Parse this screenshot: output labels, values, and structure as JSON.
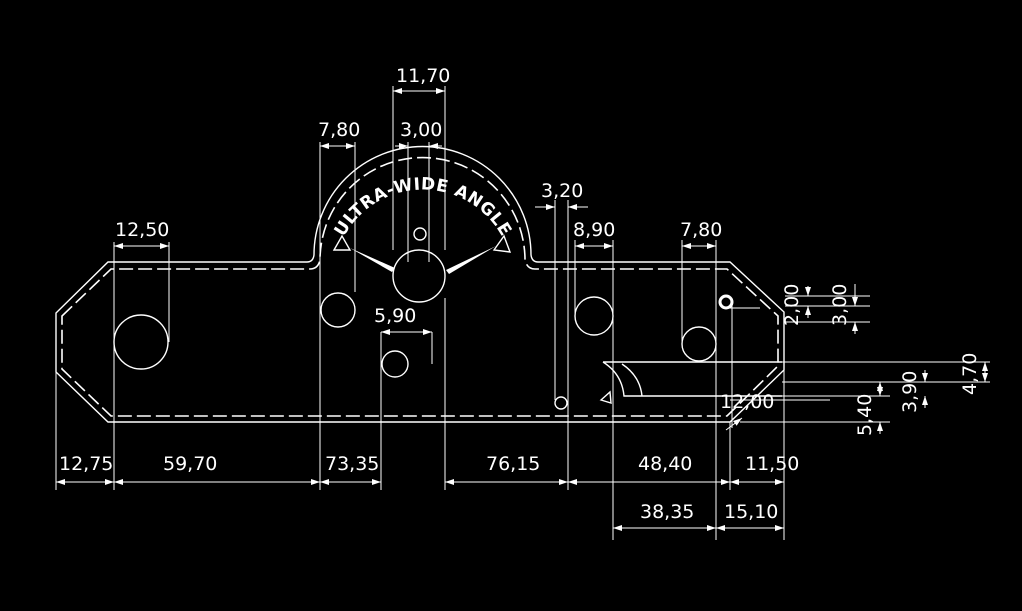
{
  "drawing": {
    "badge_text": "ULTRA-WIDE ANGLE",
    "dimensions": {
      "top_11_70": "11,70",
      "top_3_00": "3,00",
      "top_7_80_left": "7,80",
      "top_3_20": "3,20",
      "top_12_50": "12,50",
      "top_8_90": "8,90",
      "top_7_80_right": "7,80",
      "mid_5_90": "5,90",
      "right_2_00": "2,00",
      "right_3_00": "3,00",
      "right_4_70": "4,70",
      "right_3_90": "3,90",
      "right_12_00": "12,00",
      "right_5_40": "5,40",
      "bottom_12_75": "12,75",
      "bottom_59_70": "59,70",
      "bottom_73_35": "73,35",
      "bottom_76_15": "76,15",
      "bottom_48_40": "48,40",
      "bottom_11_50": "11,50",
      "bottom_38_35": "38,35",
      "bottom_15_10": "15,10"
    }
  }
}
